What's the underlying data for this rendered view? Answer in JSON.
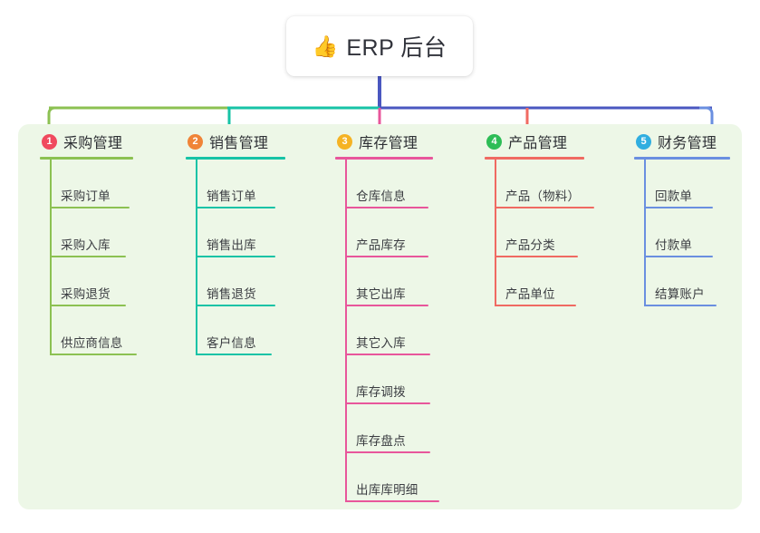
{
  "root": {
    "icon": "thumbs-up-icon",
    "icon_glyph": "👍",
    "title": "ERP 后台",
    "card_background": "#ffffff"
  },
  "panel": {
    "background": "#edf7e7"
  },
  "connector_colors": {
    "trunk": "#4a57c0",
    "bus_left": "#8cc152",
    "bus_mid": "#17c3a6",
    "bus_right": "#4a57c0"
  },
  "columns": [
    {
      "index": "1",
      "badge_label": "1",
      "badge_color": "#f04a5e",
      "title": "采购管理",
      "line_color": "#8cc152",
      "leaves": [
        {
          "label": "采购订单",
          "rule_width": 88
        },
        {
          "label": "采购入库",
          "rule_width": 84
        },
        {
          "label": "采购退货",
          "rule_width": 84
        },
        {
          "label": "供应商信息",
          "rule_width": 96
        }
      ]
    },
    {
      "index": "2",
      "badge_label": "2",
      "badge_color": "#f08437",
      "title": "销售管理",
      "line_color": "#17c3a6",
      "leaves": [
        {
          "label": "销售订单",
          "rule_width": 88
        },
        {
          "label": "销售出库",
          "rule_width": 88
        },
        {
          "label": "销售退货",
          "rule_width": 88
        },
        {
          "label": "客户信息",
          "rule_width": 84
        }
      ]
    },
    {
      "index": "3",
      "badge_label": "3",
      "badge_color": "#f5b324",
      "title": "库存管理",
      "line_color": "#e8569b",
      "leaves": [
        {
          "label": "仓库信息",
          "rule_width": 92
        },
        {
          "label": "产品库存",
          "rule_width": 92
        },
        {
          "label": "其它出库",
          "rule_width": 92
        },
        {
          "label": "其它入库",
          "rule_width": 94
        },
        {
          "label": "库存调拨",
          "rule_width": 94
        },
        {
          "label": "库存盘点",
          "rule_width": 94
        },
        {
          "label": "出库库明细",
          "rule_width": 104
        }
      ]
    },
    {
      "index": "4",
      "badge_label": "4",
      "badge_color": "#2dbd56",
      "title": "产品管理",
      "line_color": "#f06a62",
      "leaves": [
        {
          "label": "产品（物料）",
          "rule_width": 110
        },
        {
          "label": "产品分类",
          "rule_width": 92
        },
        {
          "label": "产品单位",
          "rule_width": 90
        }
      ]
    },
    {
      "index": "5",
      "badge_label": "5",
      "badge_color": "#30aee0",
      "title": "财务管理",
      "line_color": "#6a8fe0",
      "leaves": [
        {
          "label": "回款单",
          "rule_width": 76
        },
        {
          "label": "付款单",
          "rule_width": 76
        },
        {
          "label": "结算账户",
          "rule_width": 80
        }
      ]
    }
  ]
}
